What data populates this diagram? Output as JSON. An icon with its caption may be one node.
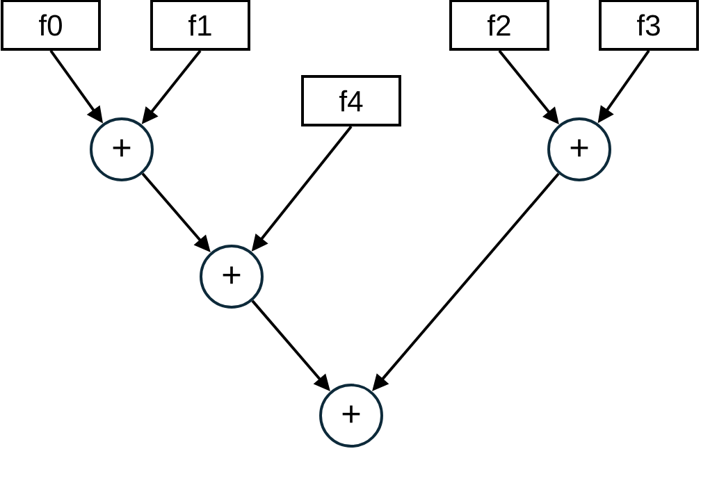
{
  "diagram": {
    "nodes": [
      {
        "text": [
          "f0"
        ]
      },
      {
        "text": [
          "f1"
        ]
      },
      {
        "text": [
          "f2"
        ]
      },
      {
        "text": [
          "f3"
        ]
      },
      {
        "text": [
          "f4"
        ]
      },
      {
        "text": [
          "+"
        ]
      },
      {
        "text": [
          "+"
        ]
      },
      {
        "text": [
          "+"
        ]
      },
      {
        "text": [
          "+"
        ]
      }
    ],
    "edges": [
      {
        "from": 0,
        "to": 5,
        "arrow": "to"
      },
      {
        "from": 1,
        "to": 5,
        "arrow": "to"
      },
      {
        "from": 2,
        "to": 6,
        "arrow": "to"
      },
      {
        "from": 3,
        "to": 6,
        "arrow": "to"
      },
      {
        "from": 5,
        "to": 7,
        "arrow": "to"
      },
      {
        "from": 4,
        "to": 7,
        "arrow": "to"
      },
      {
        "from": 7,
        "to": 8,
        "arrow": "to"
      },
      {
        "from": 6,
        "to": 8,
        "arrow": "to"
      }
    ]
  }
}
